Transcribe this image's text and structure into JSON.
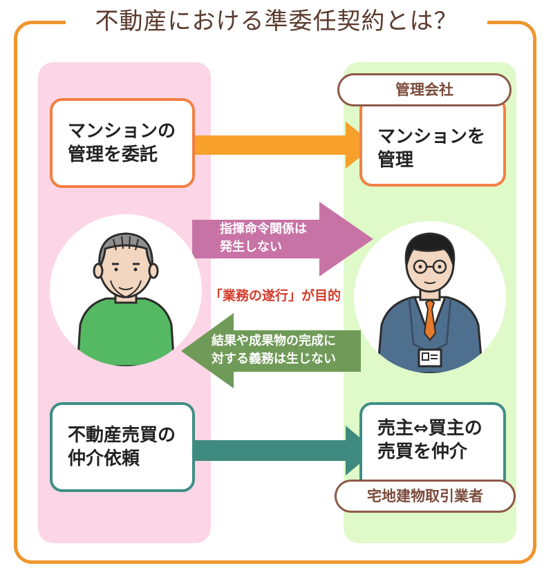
{
  "title": "不動産における準委任契約とは？",
  "left_column": {
    "top_box": "マンションの\n管理を委託",
    "bottom_box": "不動産売買の\n仲介依頼"
  },
  "right_column": {
    "top_tag": "管理会社",
    "top_box": "マンションを\n管理",
    "bottom_box": "売主⇔買主の\n売買を仲介",
    "bottom_tag": "宅地建物取引業者"
  },
  "middle": {
    "upper_arrow_text": "指揮命令関係は\n発生しない",
    "purpose_text": "「業務の遂行」が目的",
    "lower_arrow_text": "結果や成果物の完成に\n対する義務は生じない"
  },
  "colors": {
    "frame": "#f0962e",
    "left_column_bg": "#fcd6e6",
    "right_column_bg": "#dff9c9",
    "orange_arrow": "#f7a02b",
    "purple_arrow": "#c873a6",
    "green_arrow": "#6f9a57",
    "teal_arrow": "#3f8a7e"
  },
  "icons": {
    "left_person": "elderly-man-icon",
    "right_person": "businessman-icon"
  }
}
